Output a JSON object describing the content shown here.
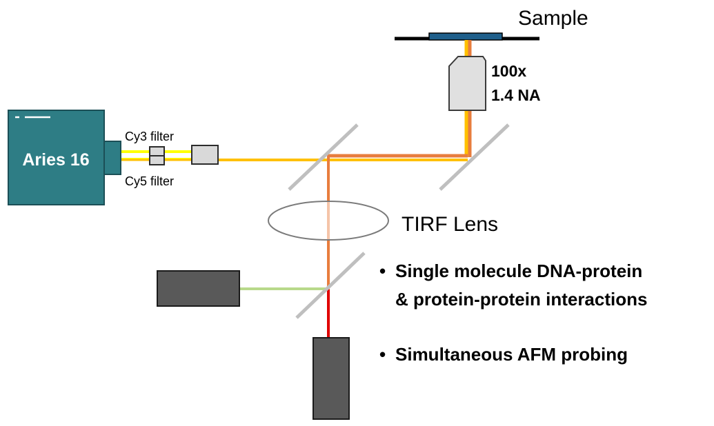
{
  "labels": {
    "sample": "Sample",
    "objective_mag": "100x",
    "objective_na": "1.4 NA",
    "camera": "Aries 16",
    "cy3_filter": "Cy3 filter",
    "cy5_filter": "Cy5 filter",
    "tirf_lens": "TIRF Lens"
  },
  "bullets": [
    {
      "marker": "•",
      "lines": [
        "Single molecule DNA-protein",
        "& protein-protein interactions"
      ]
    },
    {
      "marker": "•",
      "lines": [
        "Simultaneous AFM probing"
      ]
    }
  ],
  "colors": {
    "camera_body": "#2e7d85",
    "camera_border": "#1b4f56",
    "sample_slide": "#1f5f8b",
    "yellow_beam": "#ffff00",
    "orange_beam": "#ffc000",
    "emission_beam": "#e87d3e",
    "excitation_red": "#e00000",
    "excitation_green": "#b8d98b",
    "laser_body": "#595959",
    "mirror": "#bfbfbf",
    "objective_fill": "#e0e0e0"
  }
}
